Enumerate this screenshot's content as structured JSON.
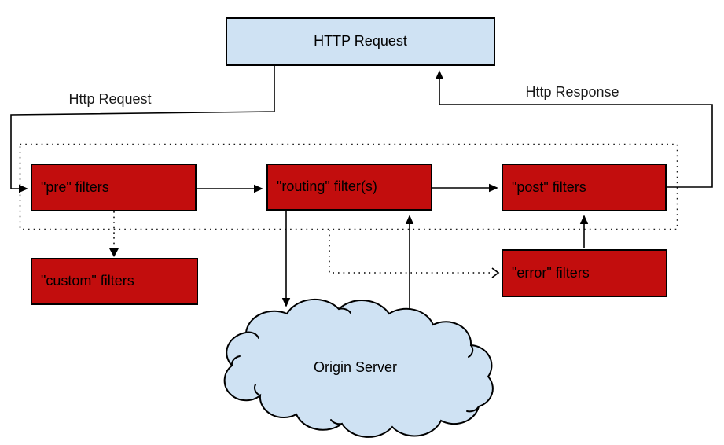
{
  "diagram": {
    "type": "flow-diagram",
    "title_box": "HTTP Request",
    "labels": {
      "http_request": "Http Request",
      "http_response": "Http Response"
    },
    "filters": {
      "pre": "\"pre\" filters",
      "routing": "\"routing\" filter(s)",
      "post": "\"post\" filters",
      "custom": "\"custom\" filters",
      "error": "\"error\" filters"
    },
    "cloud_label": "Origin Server",
    "colors": {
      "filter_box_fill": "#c20d0d",
      "request_box_fill": "#cfe2f3",
      "cloud_fill": "#cfe2f3",
      "line": "#000000"
    }
  }
}
